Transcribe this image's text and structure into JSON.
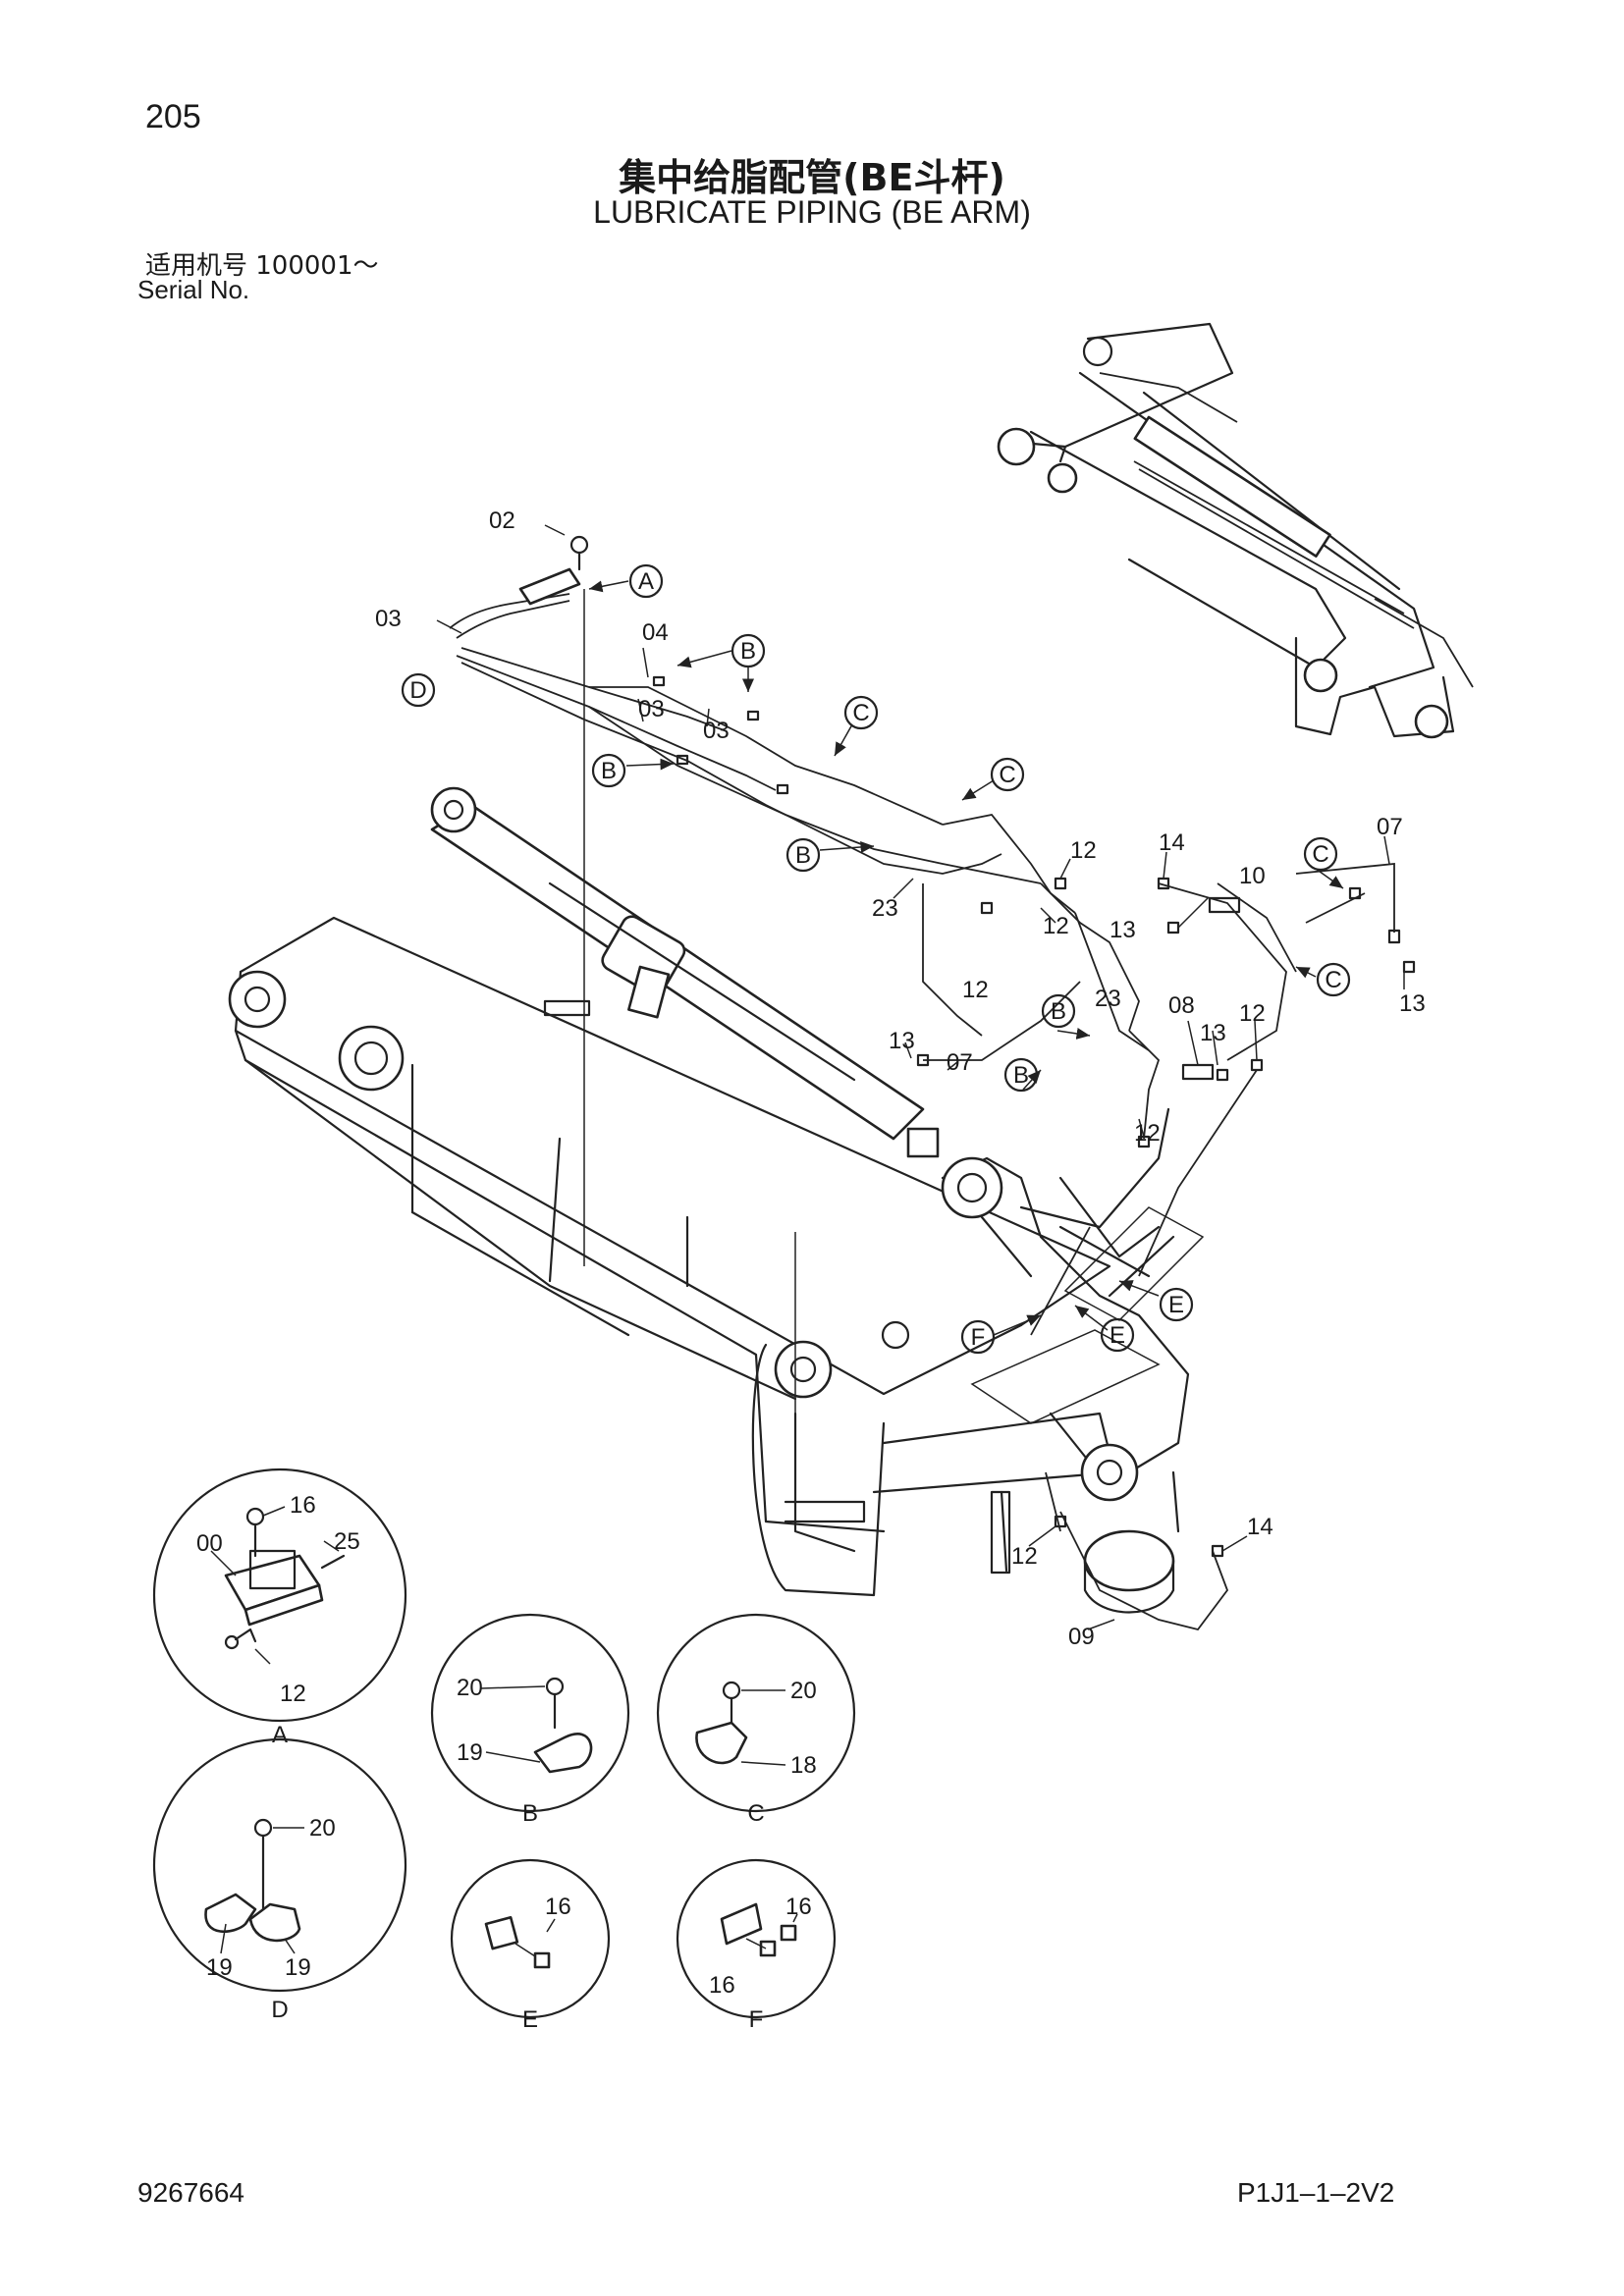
{
  "page_number": "205",
  "title_cn": "集中给脂配管(BE斗杆)",
  "title_en": "LUBRICATE PIPING (BE ARM)",
  "serial_cn": "适用机号  100001～",
  "serial_en": "Serial No.",
  "doc_code": "9267664",
  "drawing_code": "P1J1–1–2V2",
  "callouts": {
    "c02": "02",
    "c03a": "03",
    "c03b": "03",
    "c03c": "03",
    "c04": "04",
    "c23a": "23",
    "c12a": "12",
    "c12b": "12",
    "c12c": "12",
    "c14a": "14",
    "c10": "10",
    "c07a": "07",
    "c13a": "13",
    "c13b": "13",
    "c08": "08",
    "c23b": "23",
    "c13c": "13",
    "c12d": "12",
    "c13d": "13",
    "c07b": "07",
    "c12e": "12",
    "c12f": "12",
    "c14b": "14",
    "c09": "09"
  },
  "view_refs": {
    "rA": "A",
    "rD": "D",
    "rB1": "B",
    "rB2": "B",
    "rB3": "B",
    "rB4": "B",
    "rC1": "C",
    "rC2": "C",
    "rC3": "C",
    "rC4": "C",
    "rB5": "B",
    "rE1": "E",
    "rE2": "E",
    "rF": "F"
  },
  "details": [
    {
      "view": "A",
      "labels": {
        "l1": "16",
        "l2": "00",
        "l3": "25",
        "l4": "12"
      }
    },
    {
      "view": "B",
      "labels": {
        "l1": "20",
        "l2": "19"
      }
    },
    {
      "view": "C",
      "labels": {
        "l1": "20",
        "l2": "18"
      }
    },
    {
      "view": "D",
      "labels": {
        "l1": "20",
        "l2": "19",
        "l3": "19"
      }
    },
    {
      "view": "E",
      "labels": {
        "l1": "16"
      }
    },
    {
      "view": "F",
      "labels": {
        "l1": "16",
        "l2": "16"
      }
    }
  ]
}
